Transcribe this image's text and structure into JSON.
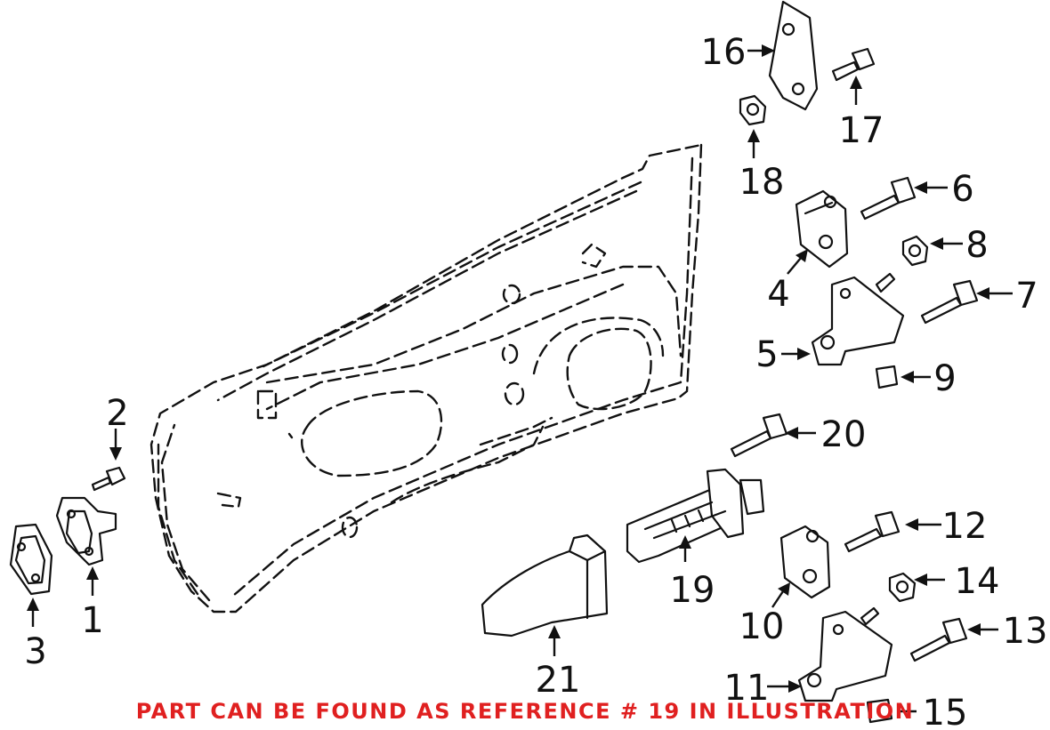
{
  "callouts": {
    "c1": "1",
    "c2": "2",
    "c3": "3",
    "c4": "4",
    "c5": "5",
    "c6": "6",
    "c7": "7",
    "c8": "8",
    "c9": "9",
    "c10": "10",
    "c11": "11",
    "c12": "12",
    "c13": "13",
    "c14": "14",
    "c15": "15",
    "c16": "16",
    "c17": "17",
    "c18": "18",
    "c19": "19",
    "c20": "20",
    "c21": "21"
  },
  "note": {
    "text": "PART CAN BE FOUND AS REFERENCE # 19 IN ILLUSTRATION",
    "color": "#e02020"
  },
  "icons": [
    "door-outline",
    "hinge-part",
    "bolt",
    "nut",
    "door-check-strap"
  ]
}
